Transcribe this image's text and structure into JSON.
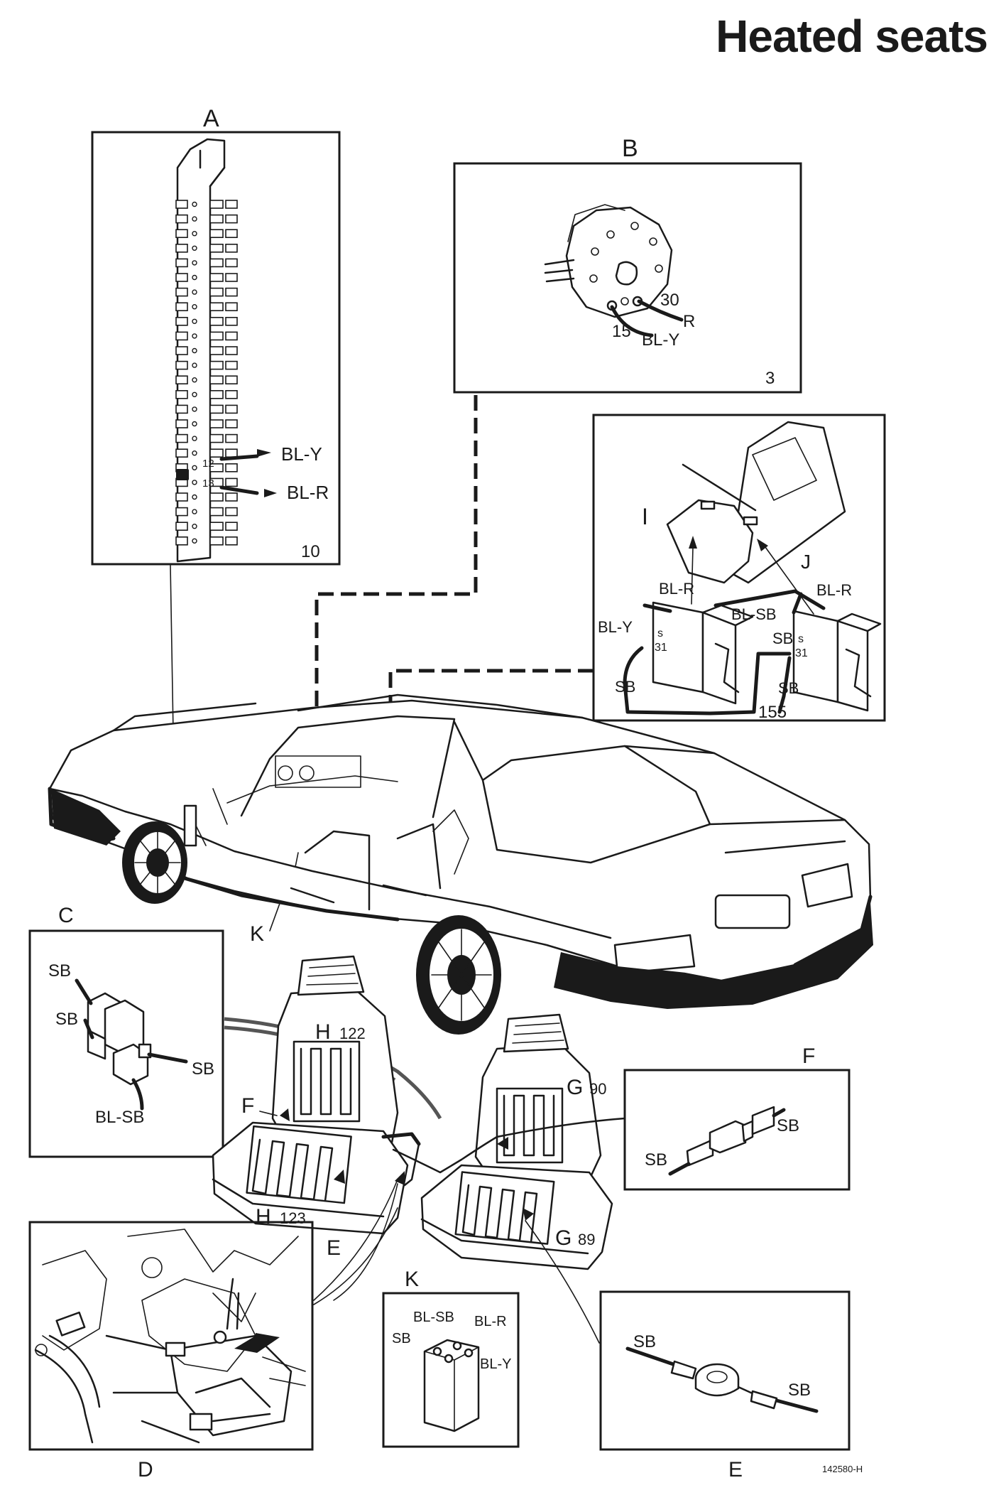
{
  "title": "Heated seats",
  "figure_id": "142580-H",
  "panels": {
    "A": {
      "letter": "A",
      "number": "10",
      "pin_12": "12",
      "pin_13": "13",
      "wire_top": "BL-Y",
      "wire_bottom": "BL-R"
    },
    "B": {
      "letter": "B",
      "number": "3",
      "term_30": "30",
      "term_15": "15",
      "wire_r": "R",
      "wire_bly": "BL-Y"
    },
    "switches": {
      "number": "155",
      "label_i": "I",
      "label_j": "J",
      "w_blr_1": "BL-R",
      "w_blr_2": "BL-R",
      "w_blsb": "BL-SB",
      "w_bly": "BL-Y",
      "w_sb_1": "SB",
      "w_sb_2": "SB",
      "w_sb_3": "SB",
      "t_s1": "s",
      "t_31a": "31",
      "t_s2": "s",
      "t_31b": "31"
    },
    "C": {
      "letter": "C",
      "sb_1": "SB",
      "sb_2": "SB",
      "sb_3": "SB",
      "blsb": "BL-SB"
    },
    "F": {
      "letter": "F",
      "sb_1": "SB",
      "sb_2": "SB"
    },
    "D": {
      "letter": "D"
    },
    "K": {
      "letter": "K",
      "blsb": "BL-SB",
      "blr": "BL-R",
      "sb": "SB",
      "bly": "BL-Y"
    },
    "E": {
      "letter": "E",
      "sb_1": "SB",
      "sb_2": "SB"
    }
  },
  "callouts": {
    "K": "K",
    "F": "F",
    "E": "E",
    "H_letter_1": "H",
    "H_num_1": "122",
    "H_letter_2": "H",
    "H_num_2": "123",
    "G_letter_1": "G",
    "G_num_1": "90",
    "G_letter_2": "G",
    "G_num_2": "89"
  }
}
